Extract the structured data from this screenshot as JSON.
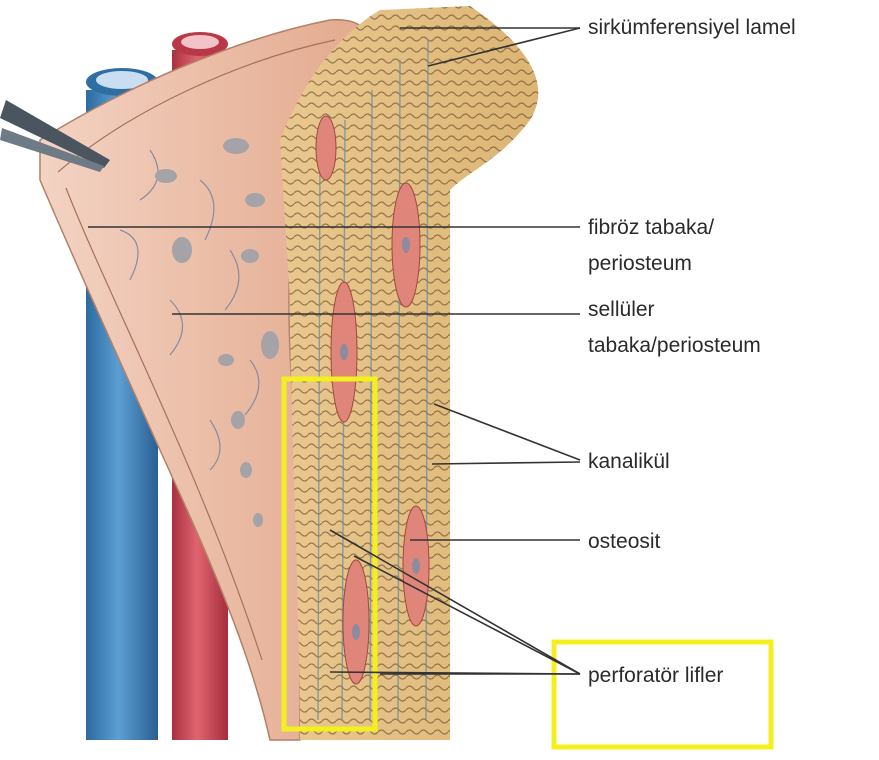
{
  "labels": {
    "circumferential_lamella": "sirkümferensiyel lamel",
    "fibrous_layer_line1": "fibröz tabaka/",
    "fibrous_layer_line2": "periosteum",
    "cellular_layer_line1": "sellüler",
    "cellular_layer_line2": "tabaka/periosteum",
    "canaliculi": "kanalikül",
    "osteocyte": "osteosit",
    "perforating_fibers": "perforatör lifler"
  },
  "colors": {
    "highlight": "#f4f020",
    "vein": "#3a7fb8",
    "artery": "#c8404f",
    "periosteum": "#e8b59a",
    "bone": "#e6c48a",
    "leader_line": "#333333",
    "label_text": "#2a2a2a"
  }
}
